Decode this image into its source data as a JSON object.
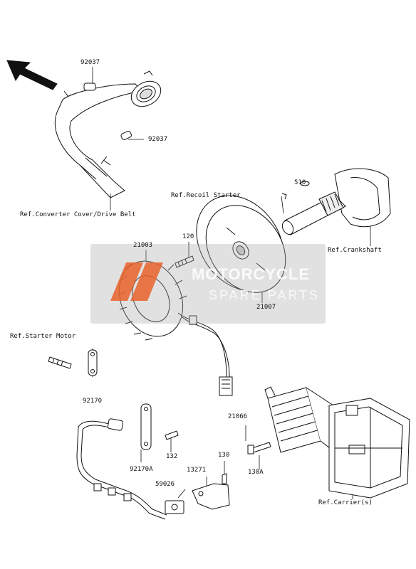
{
  "parts": {
    "p92037_top": "92037",
    "p92037_mid": "92037",
    "ref_converter": "Ref.Converter Cover/Drive Belt",
    "ref_recoil": "Ref.Recoil Starter",
    "p510": "510",
    "ref_crankshaft": "Ref.Crankshaft",
    "p120": "120",
    "p21003": "21003",
    "p21007": "21007",
    "ref_starter_motor": "Ref.Starter Motor",
    "p92170": "92170",
    "p21066": "21066",
    "p132": "132",
    "p92170A": "92170A",
    "p130": "130",
    "p130A": "130A",
    "p13271": "13271",
    "p59026": "59026",
    "ref_carrier": "Ref.Carrier(s)"
  },
  "watermark": {
    "line1": "MOTORCYCLE",
    "line2": "SPARE PARTS",
    "logo_color": "#e8622a"
  }
}
